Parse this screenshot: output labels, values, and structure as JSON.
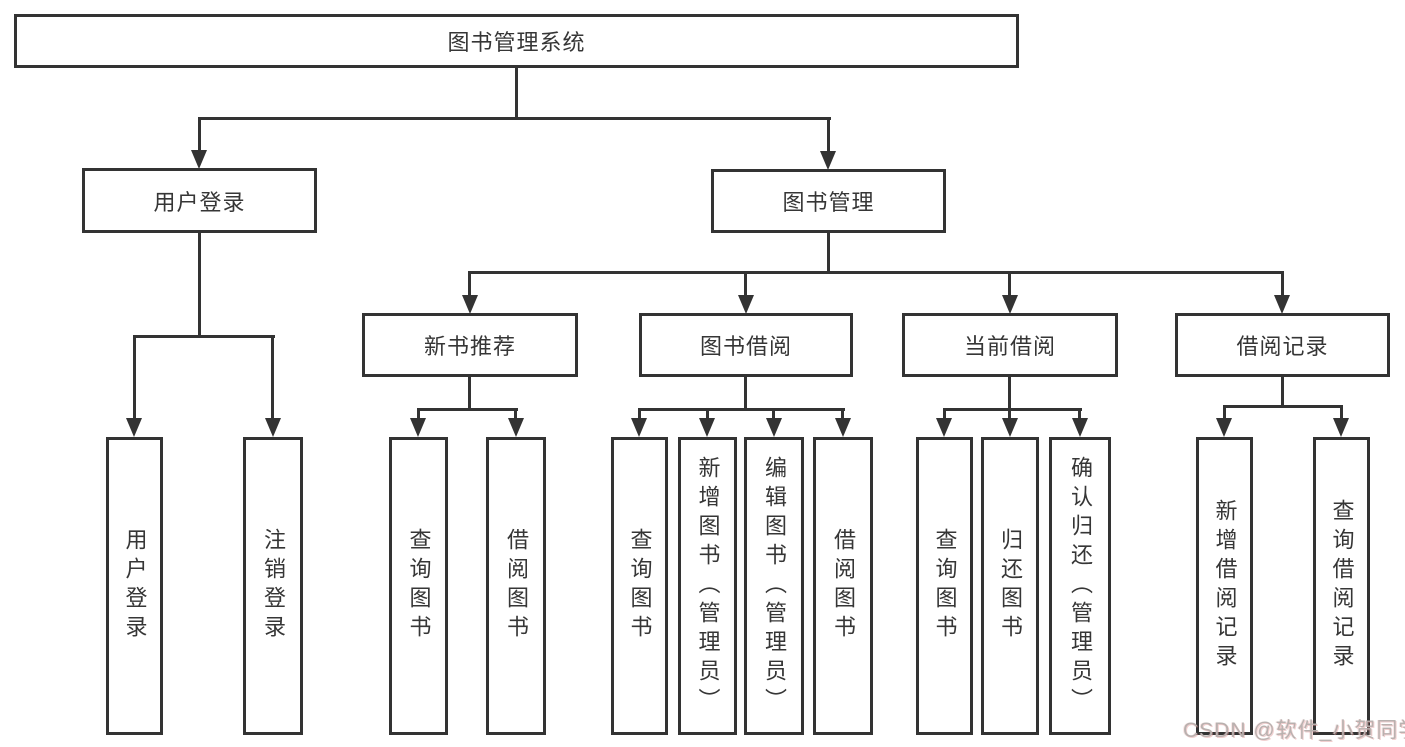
{
  "tree": {
    "label": "图书管理系统",
    "children": [
      {
        "label": "用户登录",
        "children": [
          {
            "label": "用户登录"
          },
          {
            "label": "注销登录"
          }
        ]
      },
      {
        "label": "图书管理",
        "children": [
          {
            "label": "新书推荐",
            "children": [
              {
                "label": "查询图书"
              },
              {
                "label": "借阅图书"
              }
            ]
          },
          {
            "label": "图书借阅",
            "children": [
              {
                "label": "查询图书"
              },
              {
                "label": "新增图书（管理员）"
              },
              {
                "label": "编辑图书（管理员）"
              },
              {
                "label": "借阅图书"
              }
            ]
          },
          {
            "label": "当前借阅",
            "children": [
              {
                "label": "查询图书"
              },
              {
                "label": "归还图书"
              },
              {
                "label": "确认归还（管理员）"
              }
            ]
          },
          {
            "label": "借阅记录",
            "children": [
              {
                "label": "新增借阅记录"
              },
              {
                "label": "查询借阅记录"
              }
            ]
          }
        ]
      }
    ]
  },
  "watermark": {
    "text": "CSDN @软件_小贺同学"
  },
  "colors": {
    "line": "#333333",
    "text": "#363636",
    "background": "#ffffff",
    "watermark": "#b9b1af"
  }
}
